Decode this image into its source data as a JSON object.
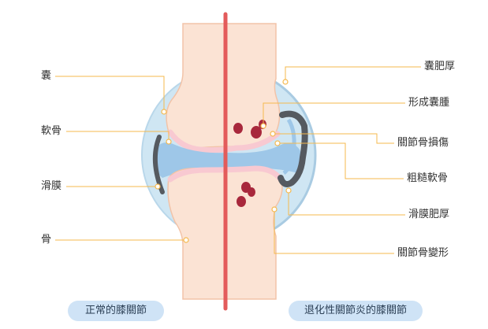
{
  "colors": {
    "capsule": "#cfe6f3",
    "capsule_stroke": "#b9d7ea",
    "bone": "#fbe3d4",
    "bone_stroke": "#f2c3a8",
    "cartilage": "#f8c9d1",
    "synovial_fluid": "#9ec7e8",
    "membrane": "#555a60",
    "divider": "#e35b5b",
    "inflamed": "#a8283c",
    "leader": "#f5b94e",
    "pill": "#cfe3f6"
  },
  "left_labels": [
    {
      "id": "capsule",
      "text": "囊"
    },
    {
      "id": "cartilage",
      "text": "軟骨"
    },
    {
      "id": "synovium",
      "text": "滑膜"
    },
    {
      "id": "bone",
      "text": "骨"
    }
  ],
  "right_labels": [
    {
      "id": "capsule-thickening",
      "text": "囊肥厚"
    },
    {
      "id": "cyst-formation",
      "text": "形成囊腫"
    },
    {
      "id": "joint-bone-damage",
      "text": "關節骨損傷"
    },
    {
      "id": "rough-cartilage",
      "text": "粗糙軟骨"
    },
    {
      "id": "synovial-thickening",
      "text": "滑膜肥厚"
    },
    {
      "id": "joint-bone-deformity",
      "text": "關節骨變形"
    }
  ],
  "captions": {
    "left": "正常的膝關節",
    "right": "退化性關節炎的膝關節"
  }
}
